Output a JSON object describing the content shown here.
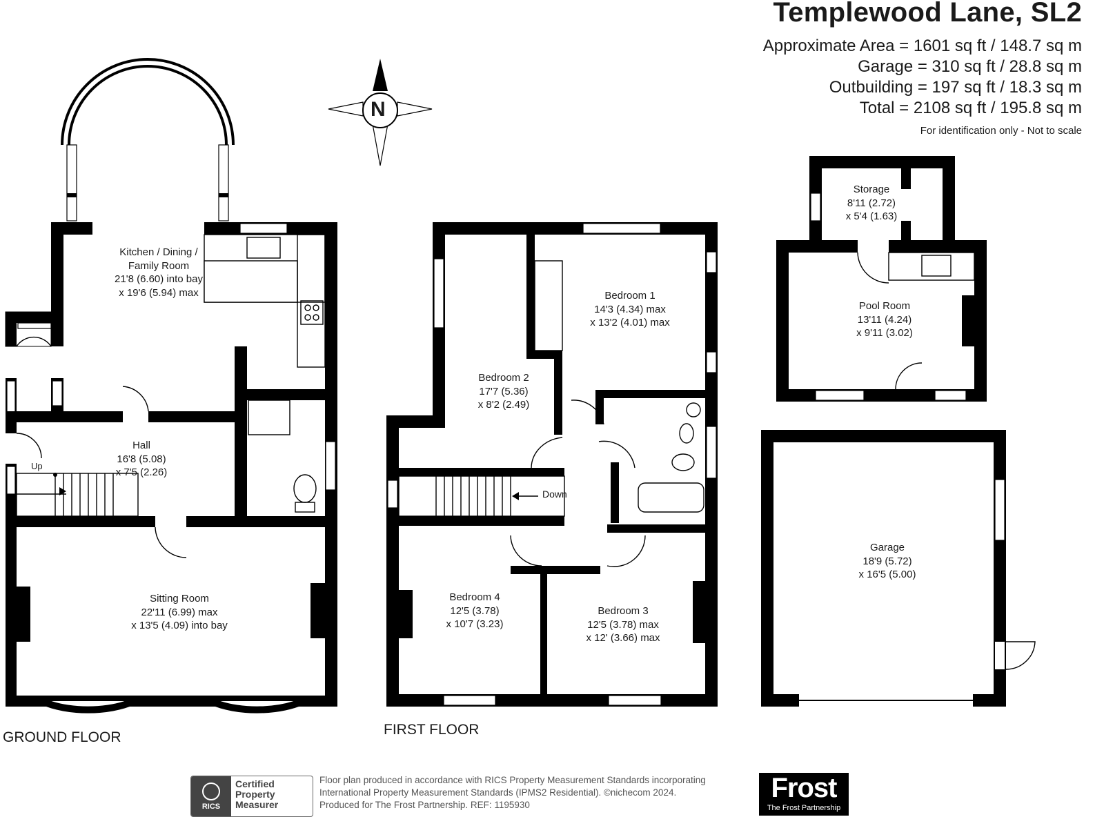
{
  "header": {
    "title": "Templewood Lane, SL2",
    "areas": [
      "Approximate Area = 1601 sq ft / 148.7 sq m",
      "Garage = 310 sq ft / 28.8 sq m",
      "Outbuilding = 197 sq ft / 18.3 sq m",
      "Total = 2108 sq ft / 195.8 sq m"
    ],
    "disclaimer": "For identification only - Not to scale"
  },
  "compass": {
    "label": "N"
  },
  "floors": {
    "ground": {
      "label": "GROUND FLOOR",
      "rooms": [
        {
          "name": "Kitchen / Dining /",
          "name2": "Family Room",
          "dim1": "21'8 (6.60) into bay",
          "dim2": "x 19'6 (5.94) max"
        },
        {
          "name": "Hall",
          "dim1": "16'8 (5.08)",
          "dim2": "x 7'5 (2.26)"
        },
        {
          "name": "Sitting Room",
          "dim1": "22'11 (6.99) max",
          "dim2": "x 13'5 (4.09) into bay"
        }
      ],
      "stairs_label": "Up"
    },
    "first": {
      "label": "FIRST FLOOR",
      "rooms": [
        {
          "name": "Bedroom 1",
          "dim1": "14'3 (4.34) max",
          "dim2": "x 13'2 (4.01) max"
        },
        {
          "name": "Bedroom 2",
          "dim1": "17'7 (5.36)",
          "dim2": "x 8'2 (2.49)"
        },
        {
          "name": "Bedroom 4",
          "dim1": "12'5 (3.78)",
          "dim2": "x 10'7 (3.23)"
        },
        {
          "name": "Bedroom 3",
          "dim1": "12'5 (3.78) max",
          "dim2": "x 12' (3.66) max"
        }
      ],
      "stairs_label": "Down"
    },
    "outbuilding": {
      "rooms": [
        {
          "name": "Storage",
          "dim1": "8'11 (2.72)",
          "dim2": "x 5'4 (1.63)"
        },
        {
          "name": "Pool Room",
          "dim1": "13'11 (4.24)",
          "dim2": "x 9'11 (3.02)"
        }
      ]
    },
    "garage": {
      "rooms": [
        {
          "name": "Garage",
          "dim1": "18'9 (5.72)",
          "dim2": "x 16'5 (5.00)"
        }
      ]
    }
  },
  "footer": {
    "rics_badge": {
      "logo_text": "RICS",
      "lines": [
        "Certified",
        "Property",
        "Measurer"
      ]
    },
    "note_lines": [
      "Floor plan produced in accordance with RICS Property Measurement Standards incorporating",
      "International Property Measurement Standards (IPMS2 Residential).   ©nichecom 2024.",
      "Produced for The Frost Partnership.   REF:  1195930"
    ],
    "brand_logo": {
      "big": "Frost",
      "small": "The Frost Partnership"
    }
  }
}
